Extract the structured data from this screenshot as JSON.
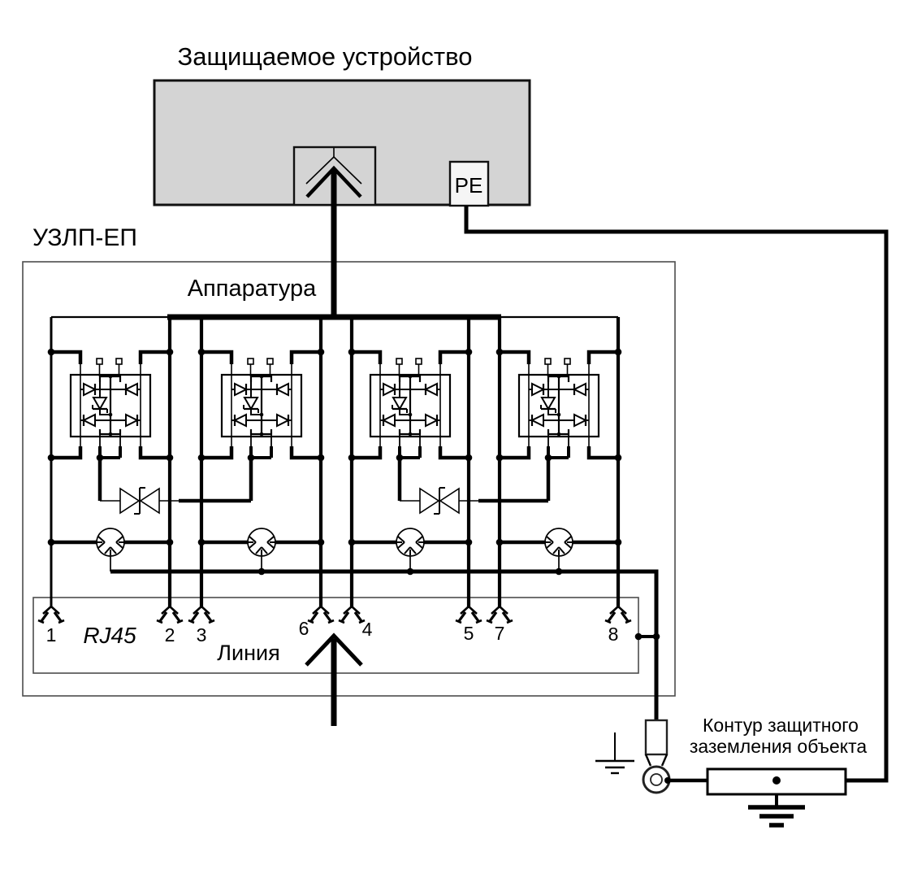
{
  "diagram": {
    "title": "Защищаемое устройство",
    "device_label": "УЗЛП-ЕП",
    "apparatus_label": "Аппаратура",
    "connector_label": "RJ45",
    "line_label": "Линия",
    "pe_label": "PE",
    "ground_label_line1": "Контур защитного",
    "ground_label_line2": "заземления объекта",
    "pins": [
      {
        "number": "1"
      },
      {
        "number": "2"
      },
      {
        "number": "3"
      },
      {
        "number": "6"
      },
      {
        "number": "4"
      },
      {
        "number": "5"
      },
      {
        "number": "7"
      },
      {
        "number": "8"
      }
    ],
    "pairs": [
      "1-2",
      "3-6",
      "4-5",
      "7-8"
    ],
    "colors": {
      "ink": "#000000",
      "device_fill": "#d4d4d4",
      "pe_fill": "#f5f5f5",
      "thin_box": "#4d4d4d",
      "background": "#ffffff"
    }
  }
}
